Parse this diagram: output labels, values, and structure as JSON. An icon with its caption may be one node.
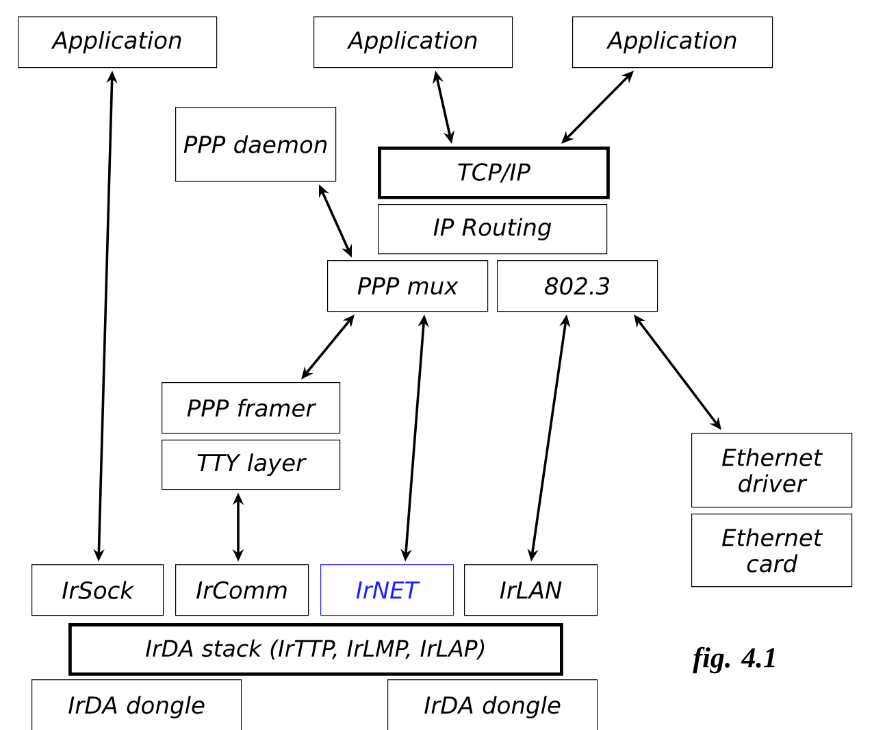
{
  "diagram": {
    "nodes": [
      {
        "text": [
          "Application"
        ]
      },
      {
        "text": [
          "Application"
        ]
      },
      {
        "text": [
          "Application"
        ]
      },
      {
        "text": [
          "PPP daemon"
        ]
      },
      {
        "text": [
          "TCP/IP"
        ]
      },
      {
        "text": [
          "IP Routing"
        ]
      },
      {
        "text": [
          "PPP mux"
        ]
      },
      {
        "text": [
          "802.3"
        ]
      },
      {
        "text": [
          "PPP framer"
        ]
      },
      {
        "text": [
          "TTY layer"
        ]
      },
      {
        "text": [
          "Ethernet driver"
        ]
      },
      {
        "text": [
          "Ethernet card"
        ]
      },
      {
        "text": [
          "IrSock"
        ]
      },
      {
        "text": [
          "IrComm"
        ]
      },
      {
        "text": [
          "IrNET"
        ]
      },
      {
        "text": [
          "IrLAN"
        ]
      },
      {
        "text": [
          "IrDA stack (IrTTP, IrLMP, IrLAP)"
        ]
      },
      {
        "text": [
          "IrDA dongle"
        ]
      },
      {
        "text": [
          "IrDA dongle"
        ]
      }
    ],
    "edges": [
      {
        "from": 0,
        "to": 12,
        "arrow": "both"
      },
      {
        "from": 1,
        "to": 4,
        "arrow": "both"
      },
      {
        "from": 2,
        "to": 4,
        "arrow": "both"
      },
      {
        "from": 3,
        "to": 6,
        "arrow": "both"
      },
      {
        "from": 6,
        "to": 8,
        "arrow": "both"
      },
      {
        "from": 6,
        "to": 14,
        "arrow": "both"
      },
      {
        "from": 7,
        "to": 15,
        "arrow": "both"
      },
      {
        "from": 7,
        "to": 10,
        "arrow": "both"
      },
      {
        "from": 9,
        "to": 13,
        "arrow": "both"
      }
    ],
    "labels": [
      "fig. 4.1"
    ]
  }
}
